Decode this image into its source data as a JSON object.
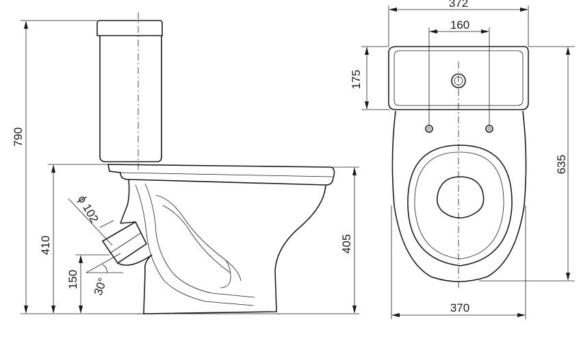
{
  "dimensions": {
    "total_height": "790",
    "bowl_height_front": "410",
    "bowl_height_back": "405",
    "outlet_height": "150",
    "outlet_diameter": "ϕ 102",
    "outlet_angle": "30°",
    "tank_width": "372",
    "bolt_spacing": "160",
    "tank_depth": "175",
    "bowl_length": "635",
    "bowl_width": "370"
  }
}
